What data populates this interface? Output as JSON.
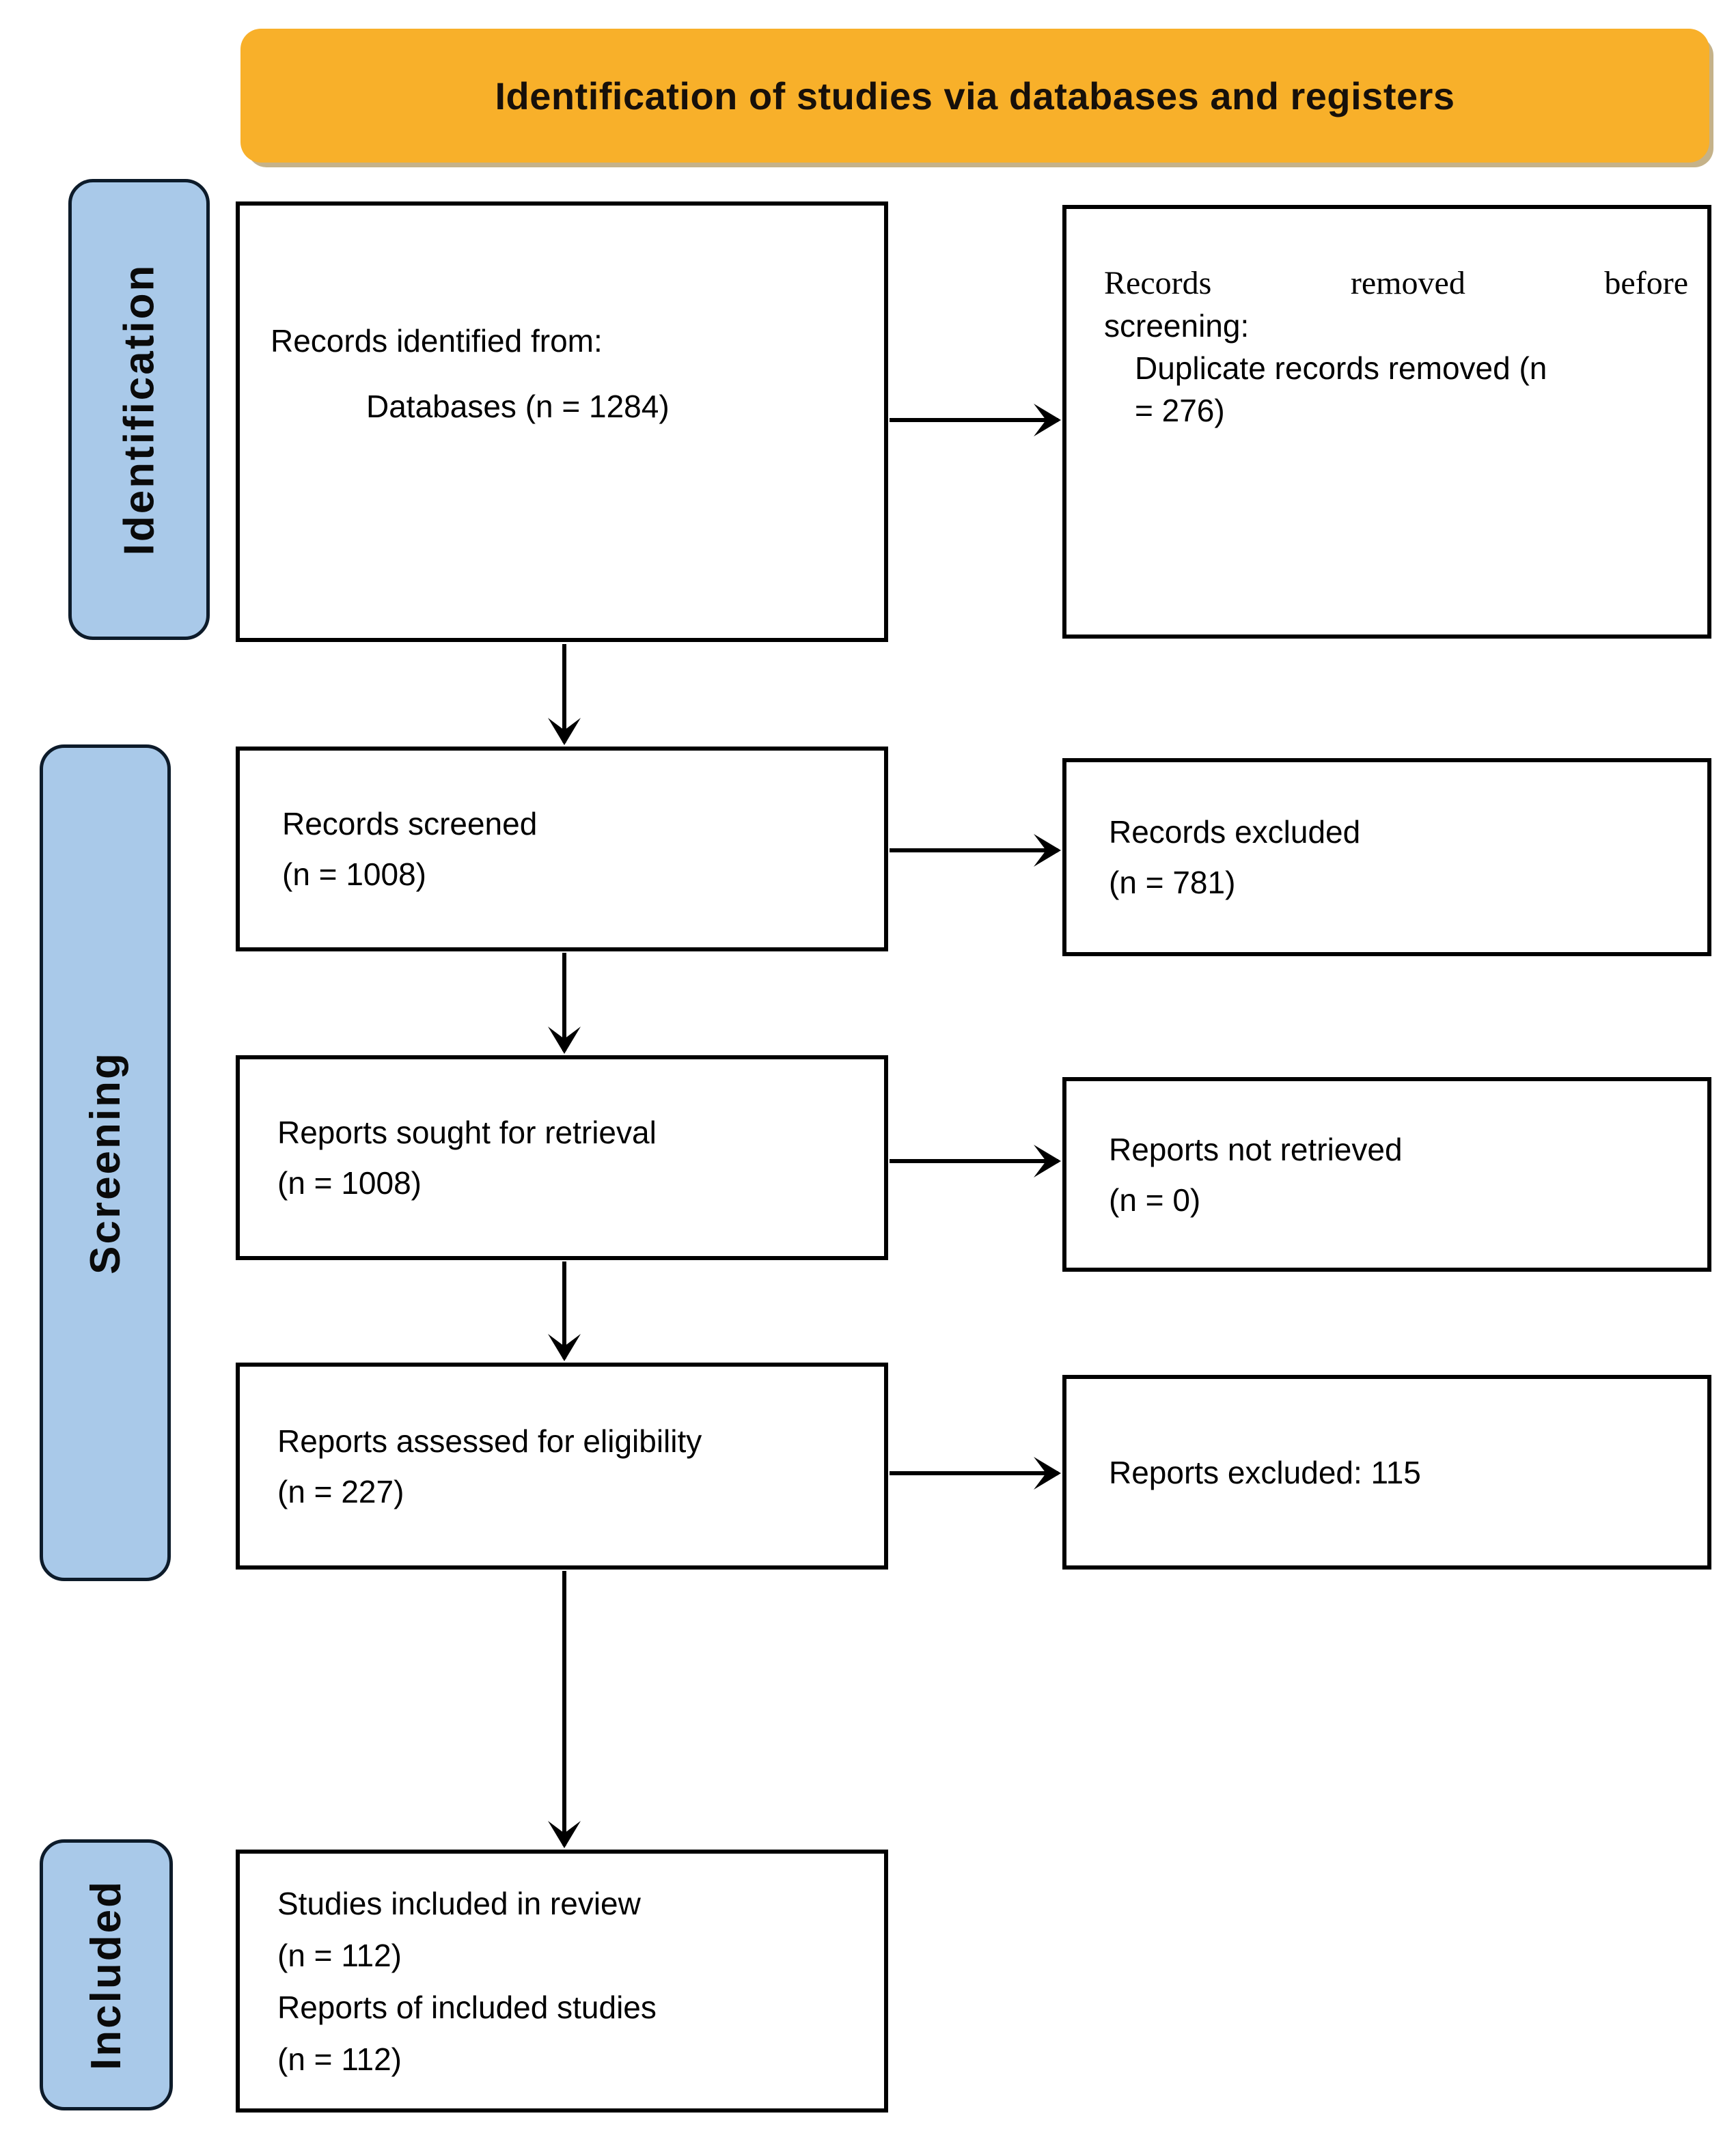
{
  "banner": {
    "title": "Identification of studies via databases and registers",
    "bg_color": "#F8B02A"
  },
  "stages": [
    {
      "label": "Identification"
    },
    {
      "label": "Screening"
    },
    {
      "label": "Included"
    }
  ],
  "stage_style": {
    "fill": "#A9C9E9",
    "border": "#0d1b2a"
  },
  "boxes": {
    "identified": {
      "line1": "Records identified from:",
      "line2": "Databases (n = 1284)"
    },
    "removed": {
      "line1_words": [
        "Records",
        "removed",
        "before"
      ],
      "line2": "screening:",
      "line3": "Duplicate records removed (n",
      "line4": "= 276)"
    },
    "screened": {
      "line1": "Records screened",
      "line2": "(n = 1008)"
    },
    "records_excluded": {
      "line1": "Records excluded",
      "line2": "(n = 781)"
    },
    "sought": {
      "line1": "Reports sought for retrieval",
      "line2": "(n = 1008)"
    },
    "not_retrieved": {
      "line1": "Reports not retrieved",
      "line2": "(n = 0)"
    },
    "assessed": {
      "line1": "Reports assessed for eligibility",
      "line2": "(n = 227)"
    },
    "reports_excluded": {
      "line1": "Reports excluded: 115"
    },
    "included": {
      "line1": "Studies included in review",
      "line2": "(n = 112)",
      "line3": "Reports of included studies",
      "line4": "(n = 112)"
    }
  }
}
